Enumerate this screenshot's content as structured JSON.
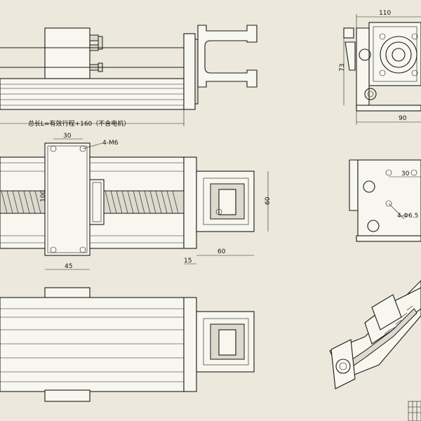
{
  "dimensions": {
    "top_right_width": "110",
    "top_right_height": "73",
    "top_right_bottom_width": "90",
    "front_hole_spacing": "30",
    "front_hole_thread": "4-M6",
    "front_carriage_height": "100",
    "front_carriage_width": "45",
    "front_end_block": "15",
    "front_motor_mount_length": "60",
    "front_motor_mount_height": "60",
    "side_hole_spacing": "30",
    "side_hole_dia": "4-Φ6.5"
  },
  "notes": {
    "total_length": "总长L=有效行程+160（不含电机）"
  },
  "colors": {
    "paper": "#ece9dc",
    "line": "#1a1a1a"
  }
}
